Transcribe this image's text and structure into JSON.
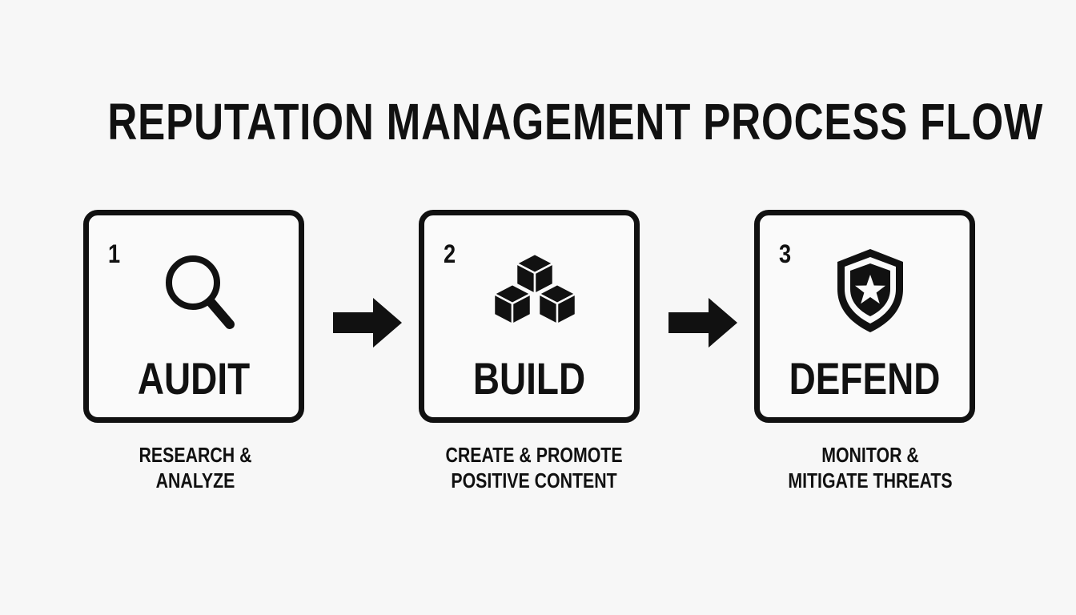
{
  "title": "REPUTATION MANAGEMENT PROCESS FLOW",
  "colors": {
    "ink": "#111111",
    "background": "#f7f7f7"
  },
  "steps": [
    {
      "number": "1",
      "icon": "magnifying-glass-icon",
      "label": "AUDIT",
      "description": [
        "RESEARCH &",
        "ANALYZE"
      ]
    },
    {
      "number": "2",
      "icon": "stacked-cubes-icon",
      "label": "BUILD",
      "description": [
        "CREATE & PROMOTE",
        "POSITIVE CONTENT"
      ]
    },
    {
      "number": "3",
      "icon": "shield-star-icon",
      "label": "DEFEND",
      "description": [
        "MONITOR &",
        "MITIGATE THREATS"
      ]
    }
  ],
  "arrows": [
    "arrow-right-icon",
    "arrow-right-icon"
  ]
}
